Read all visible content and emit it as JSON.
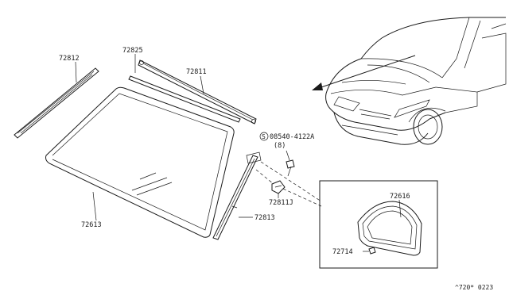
{
  "parts": {
    "molding_left": "72812",
    "molding_upper": "72825",
    "molding_top": "72811",
    "windshield": "72613",
    "molding_side": "72813",
    "clip": "72811J",
    "bolt_code": "08540-4122A",
    "bolt_qty": "(8)",
    "bolt_symbol": "S",
    "glass_inset": "72616",
    "spacer": "72714"
  },
  "diagram_code": "^720* 0223"
}
